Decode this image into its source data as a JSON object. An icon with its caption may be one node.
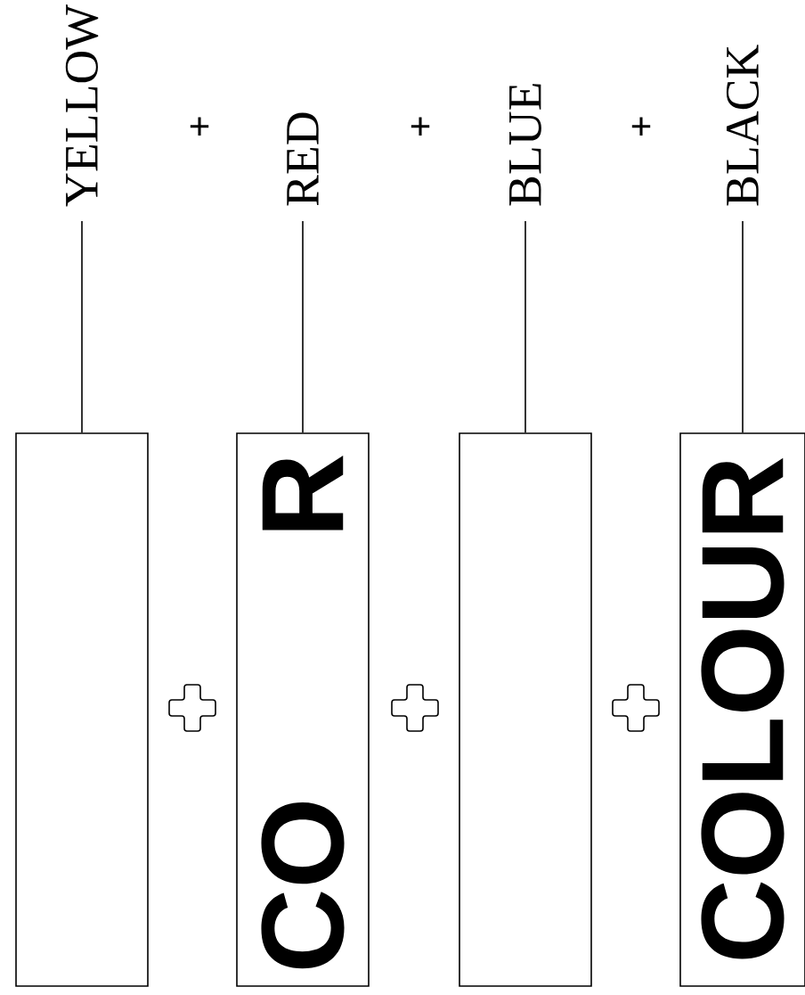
{
  "diagram": {
    "nodes": [
      {
        "text": [
          "YELLOW"
        ]
      },
      {
        "text": [
          "RED"
        ]
      },
      {
        "text": [
          "BLUE"
        ]
      },
      {
        "text": [
          "BLACK"
        ]
      },
      {
        "text": [],
        "shape": "box"
      },
      {
        "text": [
          "CO",
          "R"
        ]
      },
      {
        "text": [],
        "shape": "box"
      },
      {
        "text": [
          "COLOUR"
        ]
      }
    ],
    "edges": [
      {
        "from": 0,
        "to": 4,
        "arrow": "none"
      },
      {
        "from": 1,
        "to": 5,
        "arrow": "none"
      },
      {
        "from": 2,
        "to": 6,
        "arrow": "none"
      },
      {
        "from": 3,
        "to": 7,
        "arrow": "none"
      }
    ],
    "labels": [
      "+",
      "+",
      "+"
    ]
  }
}
